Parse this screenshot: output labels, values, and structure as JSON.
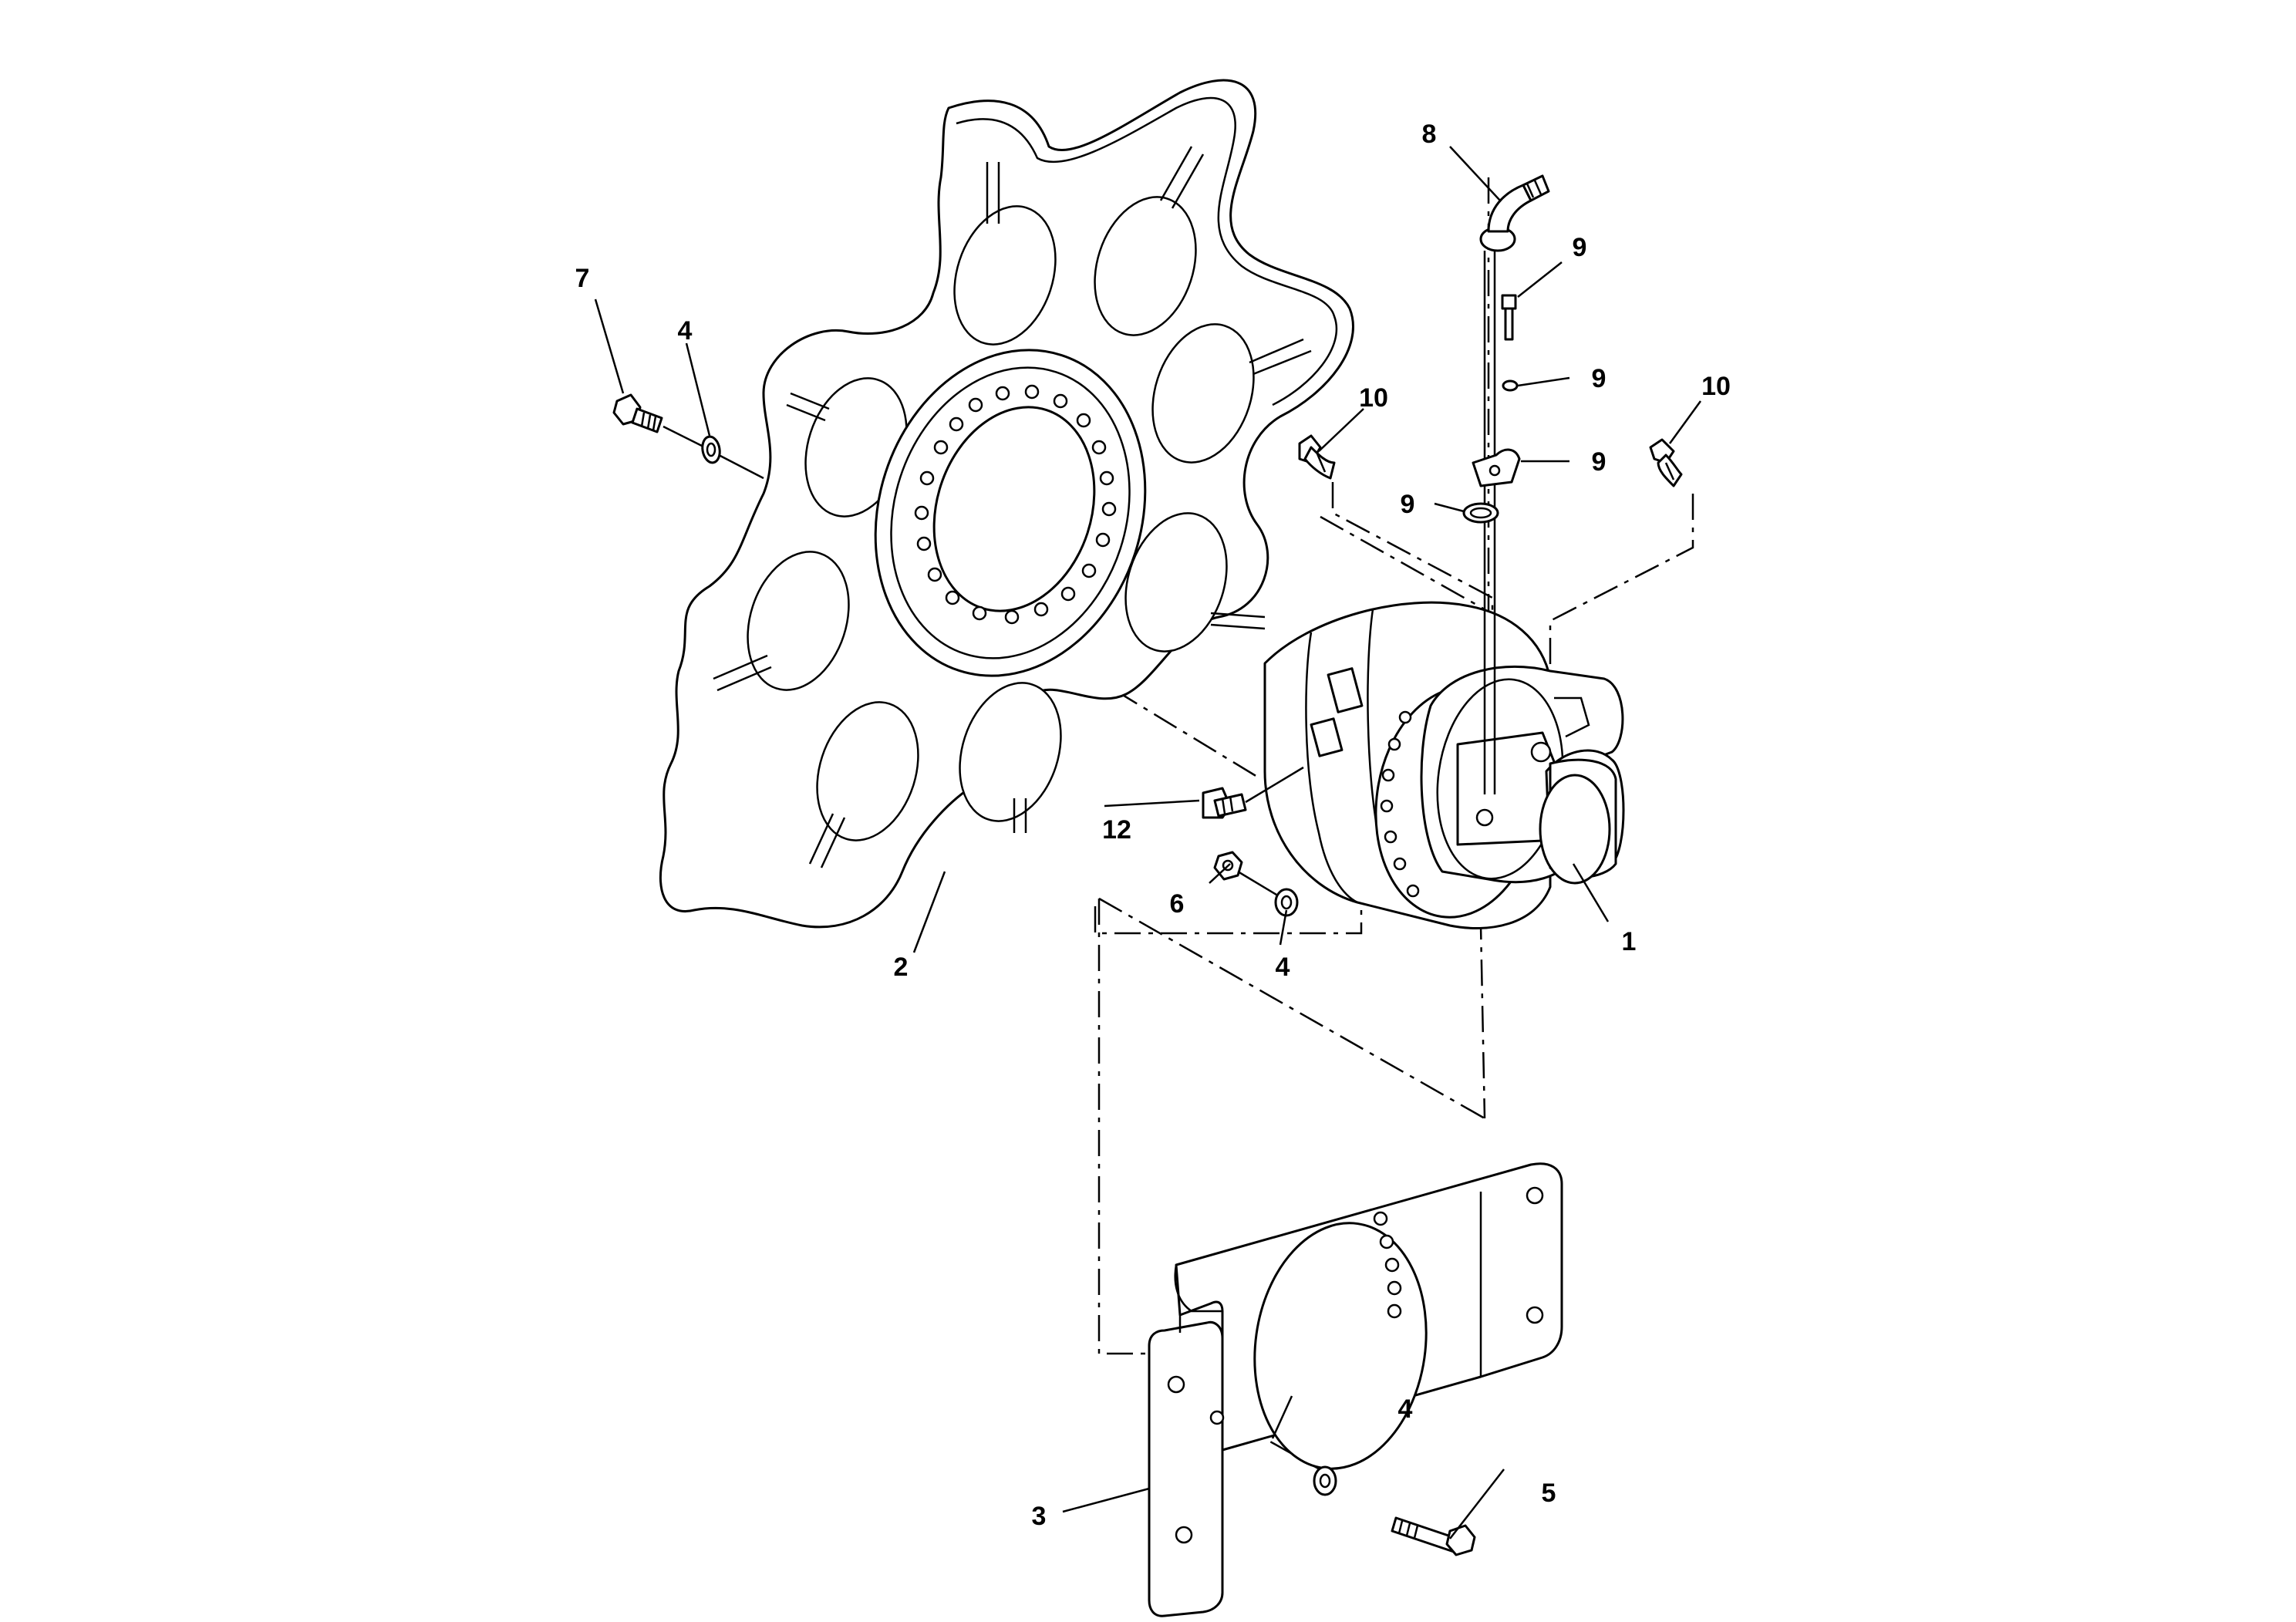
{
  "diagram": {
    "callouts": {
      "c1": "1",
      "c2": "2",
      "c3": "3",
      "c4a": "4",
      "c4b": "4",
      "c4c": "4",
      "c5": "5",
      "c6": "6",
      "c7": "7",
      "c8": "8",
      "c9a": "9",
      "c9b": "9",
      "c9c": "9",
      "c9d": "9",
      "c10a": "10",
      "c10b": "10",
      "c12": "12"
    }
  }
}
